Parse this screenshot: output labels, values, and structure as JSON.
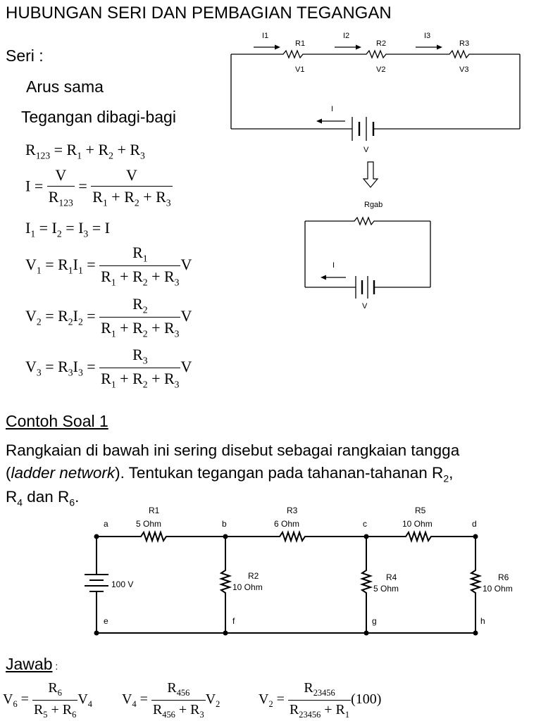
{
  "page": {
    "title": "HUBUNGAN SERI DAN PEMBAGIAN TEGANGAN",
    "seri_label": "Seri :",
    "arus_sama": "Arus sama",
    "tegangan_dibagi": "Tegangan dibagi-bagi"
  },
  "diagram1": {
    "current_labels": [
      "I1",
      "I2",
      "I3"
    ],
    "resistor_labels": [
      "R1",
      "R2",
      "R3"
    ],
    "voltage_labels": [
      "V1",
      "V2",
      "V3"
    ],
    "loop_current": "I",
    "source_label": "V"
  },
  "diagram2": {
    "resistor_label": "Rgab",
    "loop_current": "I",
    "source_label": "V"
  },
  "example": {
    "heading": "Contoh Soal 1",
    "line1": "Rangkaian di bawah ini sering disebut sebagai rangkaian tangga",
    "line2_open": "(",
    "line2_italic": "ladder network",
    "line2_rest": "). Tentukan tegangan pada tahanan-tahanan R",
    "line2_sub": "2",
    "line2_end": ",",
    "line3_r": "R",
    "line3_sub1": "4",
    "line3_mid": " dan R",
    "line3_sub2": "6",
    "line3_end": "."
  },
  "ladder": {
    "nodes": [
      "a",
      "b",
      "c",
      "d",
      "e",
      "f",
      "g",
      "h"
    ],
    "source": "100 V",
    "r1_name": "R1",
    "r1_value": "5  Ohm",
    "r2_name": "R2",
    "r2_value": "10  Ohm",
    "r3_name": "R3",
    "r3_value": "6  Ohm",
    "r4_name": "R4",
    "r4_value": "5  Ohm",
    "r5_name": "R5",
    "r5_value": "10  Ohm",
    "r6_name": "R6",
    "r6_value": "10  Ohm"
  },
  "answer": {
    "heading": "Jawab",
    "heading_colon": " :",
    "source_value": "(100)"
  }
}
